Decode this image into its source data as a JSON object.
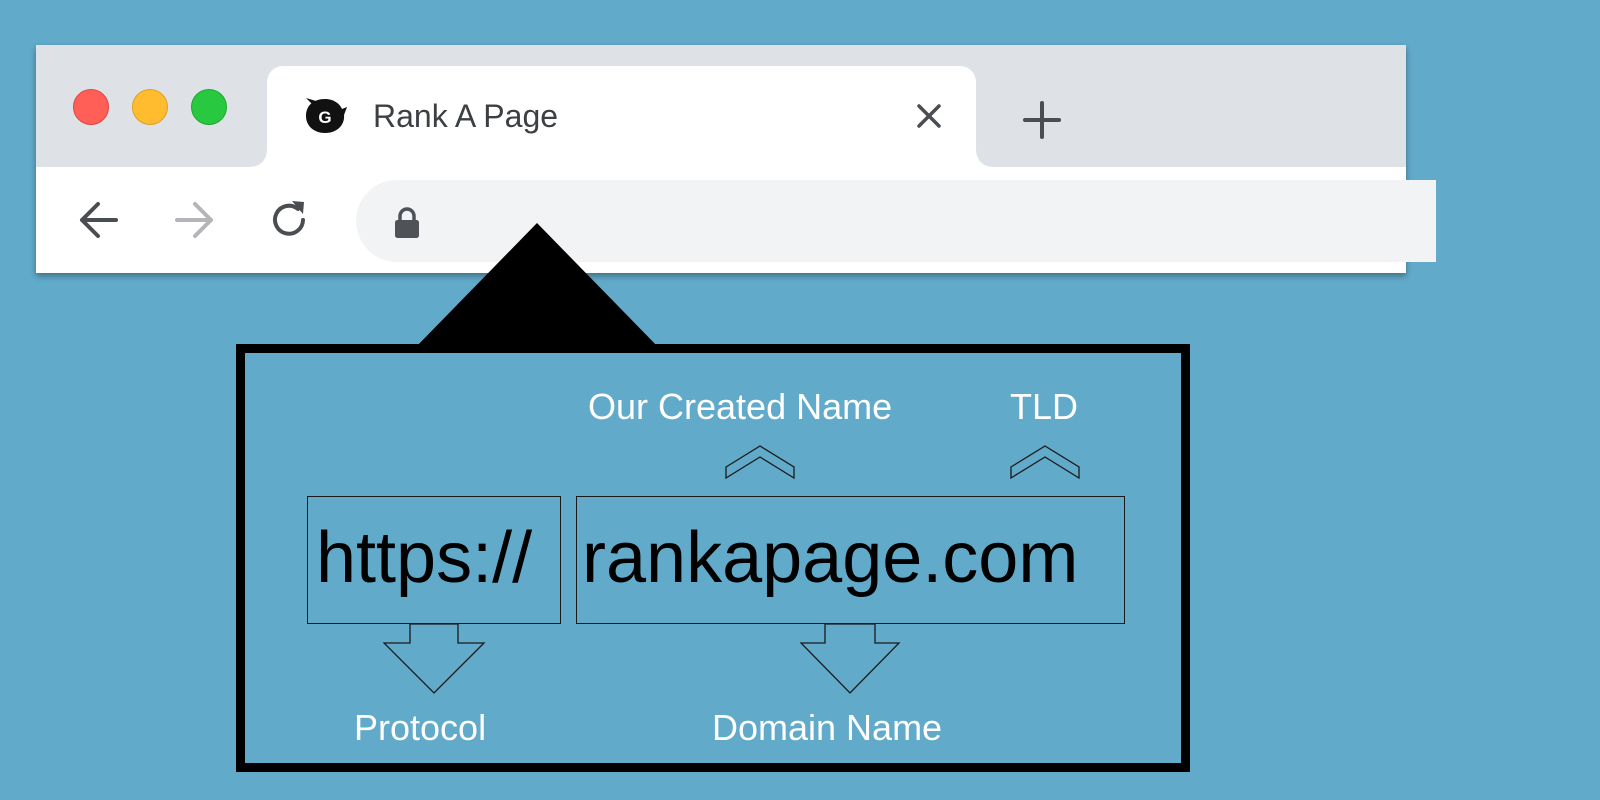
{
  "browser": {
    "tab": {
      "title": "Rank A Page",
      "favicon": "g-logo-icon",
      "favicon_letter": "G",
      "close": "close-icon"
    },
    "new_tab": "plus-icon",
    "traffic_lights": {
      "red": "#ff5f57",
      "yellow": "#febc2e",
      "green": "#28c840"
    },
    "toolbar": {
      "back": "arrow-left-icon",
      "forward": "arrow-right-icon",
      "reload": "reload-icon",
      "address_icon": "lock-icon"
    }
  },
  "diagram": {
    "protocol_text": "https://",
    "domain_text": "rankapage.com",
    "labels": {
      "created_name": "Our Created Name",
      "tld": "TLD",
      "protocol": "Protocol",
      "domain_name": "Domain Name"
    }
  },
  "colors": {
    "background": "#61aaca",
    "tabbar": "#dee1e6",
    "omnibox": "#f1f3f4",
    "label_text": "#ffffff",
    "url_text": "#000000"
  }
}
